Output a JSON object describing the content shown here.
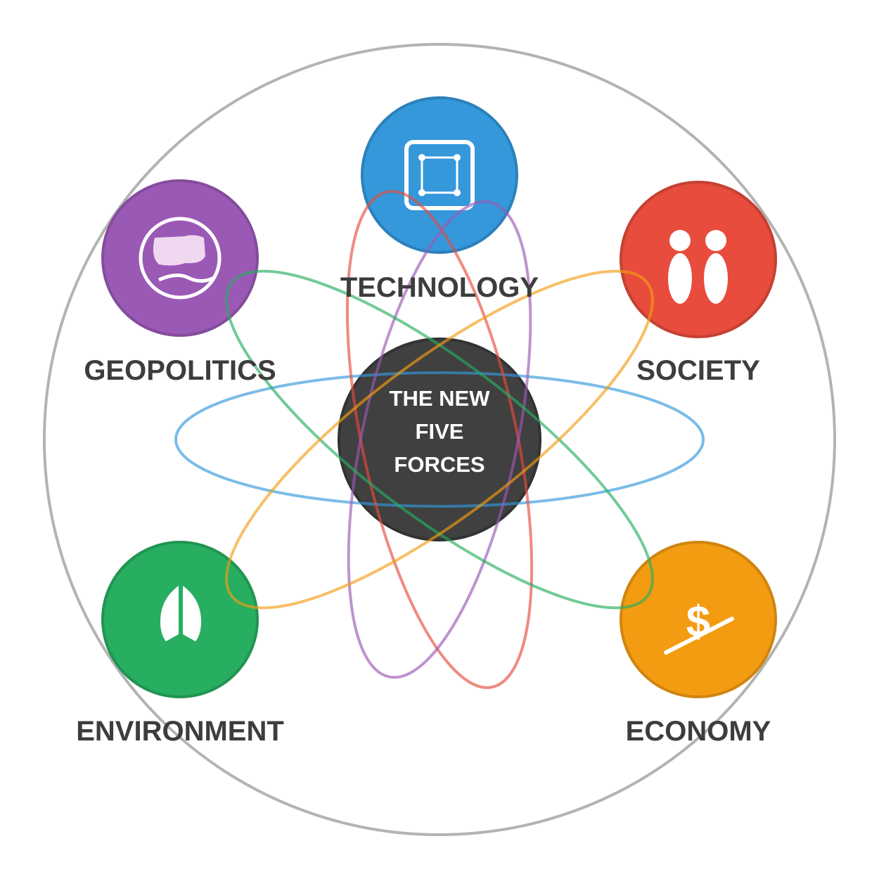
{
  "center": {
    "lines": [
      "THE NEW",
      "FIVE",
      "FORCES"
    ],
    "color": "#404040"
  },
  "forces": {
    "technology": {
      "label": "TECHNOLOGY",
      "color": "#3498db",
      "icon": "network-square-icon"
    },
    "society": {
      "label": "SOCIETY",
      "color": "#e74c3c",
      "icon": "two-people-icon"
    },
    "geopolitics": {
      "label": "GEOPOLITICS",
      "color": "#9b59b6",
      "icon": "globe-map-icon"
    },
    "environment": {
      "label": "ENVIRONMENT",
      "color": "#27ae60",
      "icon": "leaf-icon"
    },
    "economy": {
      "label": "ECONOMY",
      "color": "#f39c12",
      "icon": "dollar-seesaw-icon"
    }
  },
  "orbits": {
    "blue": "#3498db",
    "red": "#e74c3c",
    "purple": "#9b59b6",
    "green": "#27ae60",
    "orange": "#f39c12"
  },
  "outer_ring_color": "#b3b3b3"
}
